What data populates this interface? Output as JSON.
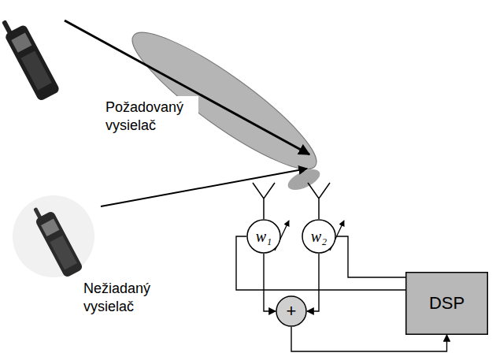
{
  "diagram": {
    "nodes": [
      {
        "text": [
          "w₁"
        ]
      },
      {
        "text": [
          "w₂"
        ]
      },
      {
        "text": [
          "+"
        ]
      },
      {
        "text": [
          "DSP"
        ]
      }
    ],
    "edges": [
      {
        "from": 0,
        "to": 2,
        "arrow": "to"
      },
      {
        "from": 1,
        "to": 2,
        "arrow": "to"
      },
      {
        "from": 2,
        "to": 3,
        "arrow": "to"
      },
      {
        "from": 3,
        "to": 0,
        "arrow": "none"
      },
      {
        "from": 3,
        "to": 1,
        "arrow": "none"
      }
    ],
    "labels": [
      "Požadovaný vysielač",
      "Nežiadaný vysielač"
    ]
  }
}
